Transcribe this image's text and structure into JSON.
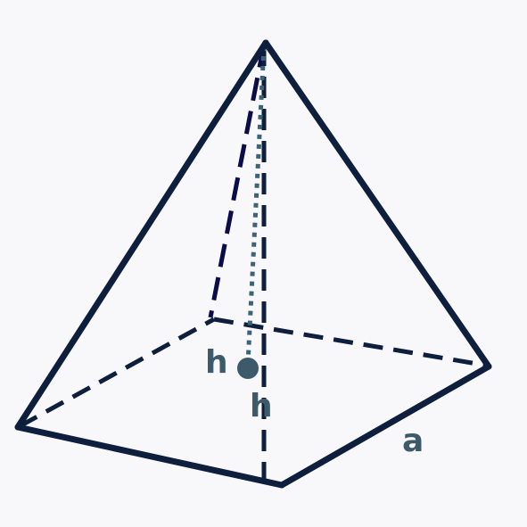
{
  "diagram": {
    "labels": {
      "height_left": "h",
      "height_axis": "h",
      "base_edge": "a"
    },
    "colors": {
      "background": "#f8f8fa",
      "edge": "#0d1f3c",
      "hidden_edge": "#0d1f3c",
      "slant_dashed": "#0b0d4a",
      "height_dotted": "#3d6475",
      "center_point": "#3d5a6a",
      "label": "#3d5a6a"
    }
  }
}
